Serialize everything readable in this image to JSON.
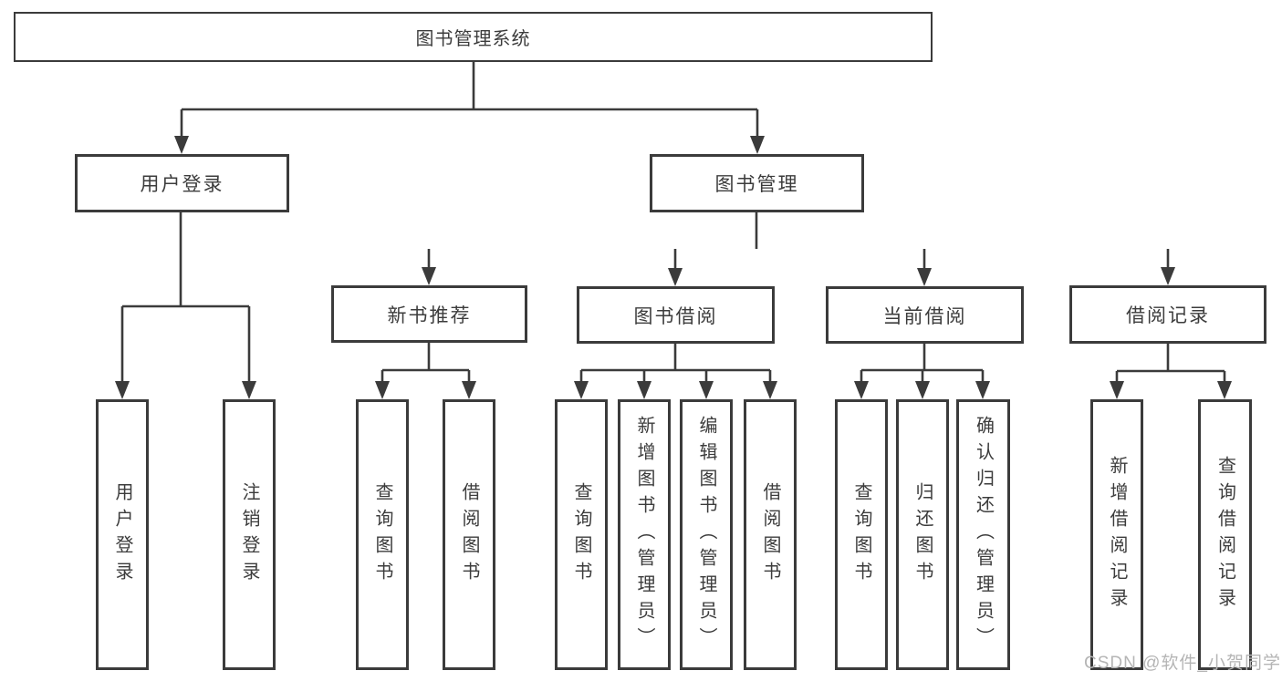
{
  "tree": {
    "label": "图书管理系统",
    "children": [
      {
        "label": "用户登录",
        "children": [
          {
            "label": "用户登录"
          },
          {
            "label": "注销登录"
          }
        ]
      },
      {
        "label": "图书管理",
        "children": [
          {
            "label": "新书推荐",
            "children": [
              {
                "label": "查询图书"
              },
              {
                "label": "借阅图书"
              }
            ]
          },
          {
            "label": "图书借阅",
            "children": [
              {
                "label": "查询图书"
              },
              {
                "label": "新增图书（管理员）"
              },
              {
                "label": "编辑图书（管理员）"
              },
              {
                "label": "借阅图书"
              }
            ]
          },
          {
            "label": "当前借阅",
            "children": [
              {
                "label": "查询图书"
              },
              {
                "label": "归还图书"
              },
              {
                "label": "确认归还（管理员）"
              }
            ]
          },
          {
            "label": "借阅记录",
            "children": [
              {
                "label": "新增借阅记录"
              },
              {
                "label": "查询借阅记录"
              }
            ]
          }
        ]
      }
    ]
  },
  "watermark": {
    "text": "CSDN @软件_小贺同学"
  },
  "colors": {
    "line": "#3b3b3b",
    "text": "#3c3c3c",
    "watermark": "#b5b5b5",
    "background": "#ffffff"
  }
}
